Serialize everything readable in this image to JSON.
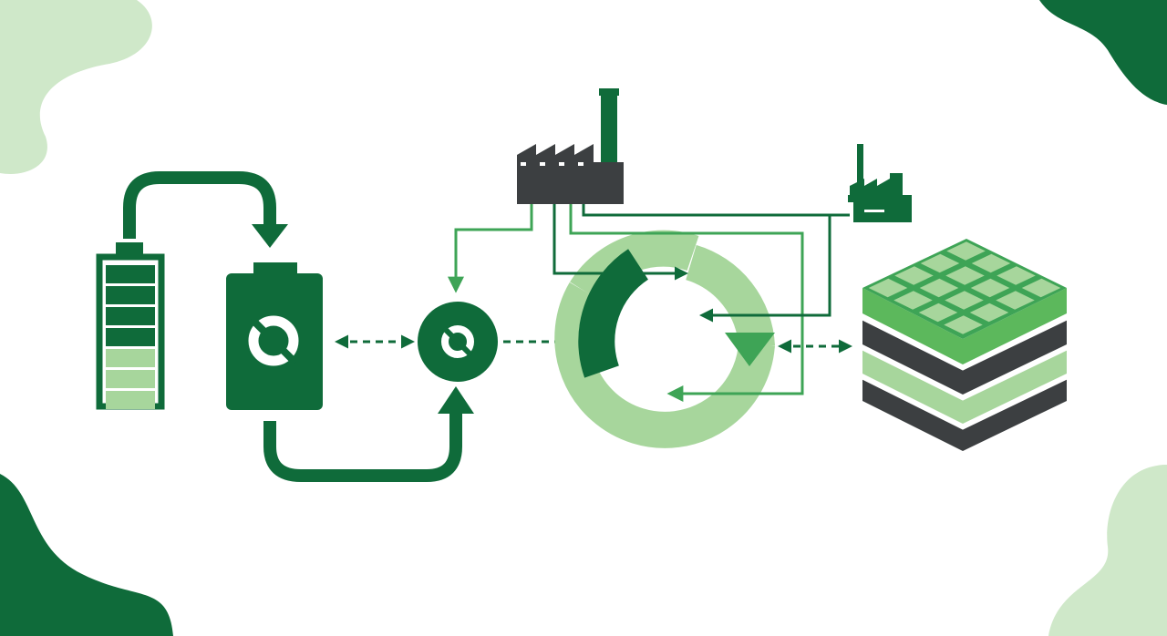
{
  "colors": {
    "background": "#ffffff",
    "dark_green": "#0f6b3a",
    "mid_green": "#3ea456",
    "light_green": "#a7d69c",
    "pale_green": "#cfe8c9",
    "charcoal": "#3c3f41"
  },
  "battery": {
    "level_fraction": 0.4,
    "segments_total": 7,
    "segments_filled": 3
  },
  "nodes": [
    {
      "id": "battery",
      "icon": "battery-icon"
    },
    {
      "id": "battery-pack",
      "icon": "recycle-symbol-icon"
    },
    {
      "id": "recycling-hub",
      "icon": "recycle-symbol-icon"
    },
    {
      "id": "circular-loop",
      "icon": "circular-arrows-icon"
    },
    {
      "id": "large-factory",
      "icon": "factory-icon"
    },
    {
      "id": "small-factory",
      "icon": "factory-icon"
    },
    {
      "id": "material-layers",
      "icon": "layered-block-icon"
    }
  ]
}
